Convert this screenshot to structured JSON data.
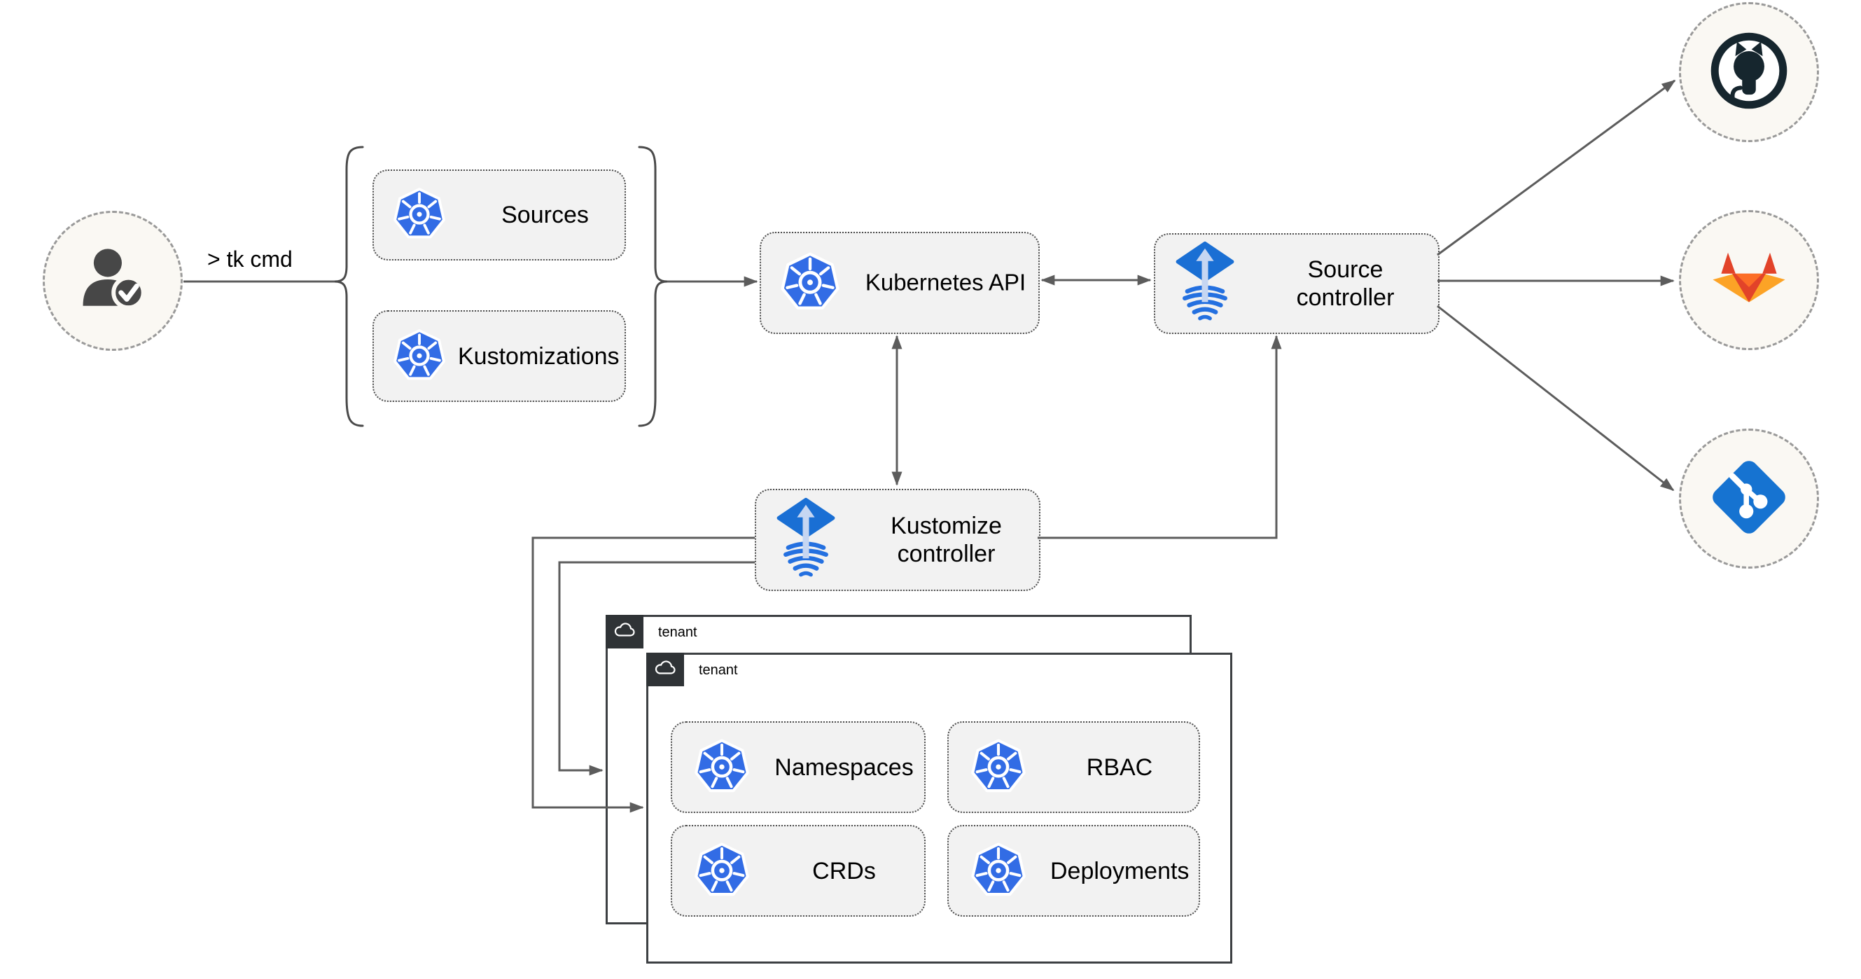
{
  "diagram": {
    "cli_label": "> tk cmd",
    "group": {
      "sources_label": "Sources",
      "kustomizations_label": "Kustomizations"
    },
    "kubernetes_api_label": "Kubernetes API",
    "source_controller_label": "Source controller",
    "kustomize_controller_label": "Kustomize controller",
    "tenant_back_label": "tenant",
    "tenant_front_label": "tenant",
    "resources": [
      {
        "label": "Namespaces"
      },
      {
        "label": "RBAC"
      },
      {
        "label": "CRDs"
      },
      {
        "label": "Deployments"
      }
    ],
    "git_providers": [
      {
        "name": "github"
      },
      {
        "name": "gitlab"
      },
      {
        "name": "git"
      }
    ],
    "icons": {
      "user": "user-check-icon",
      "kubernetes": "kubernetes-wheel-icon",
      "flux": "flux-icon",
      "tenant": "cloud-icon",
      "github": "github-icon",
      "gitlab": "gitlab-icon",
      "git": "git-icon"
    },
    "colors": {
      "kubernetes_blue": "#326ce5",
      "flux_blue": "#1a6fd4",
      "flux_wave_blue": "#2470e0",
      "line_gray": "#5c5c5c",
      "box_fill": "#f2f2f2",
      "circle_fill": "#faf8f3",
      "tenant_tab_dark": "#2f3336",
      "github_dark": "#16262e",
      "gitlab_red": "#e24329",
      "gitlab_orange": "#fc6d26",
      "gitlab_light_orange": "#fca326",
      "git_blue": "#1673d1"
    }
  }
}
